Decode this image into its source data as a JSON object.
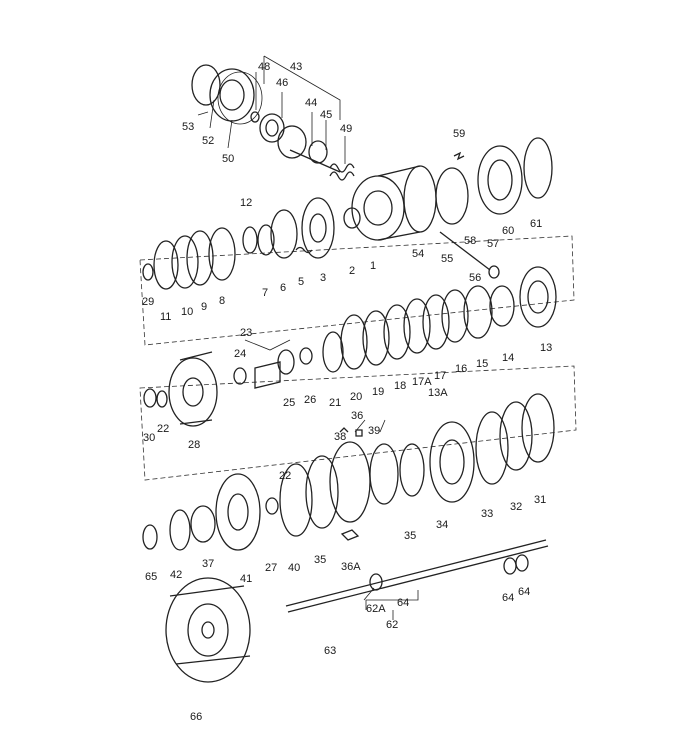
{
  "callouts": [
    {
      "id": "c1",
      "text": "1"
    },
    {
      "id": "c2",
      "text": "2"
    },
    {
      "id": "c3",
      "text": "3"
    },
    {
      "id": "c5",
      "text": "5"
    },
    {
      "id": "c6",
      "text": "6"
    },
    {
      "id": "c7",
      "text": "7"
    },
    {
      "id": "c8",
      "text": "8"
    },
    {
      "id": "c9",
      "text": "9"
    },
    {
      "id": "c10",
      "text": "10"
    },
    {
      "id": "c11",
      "text": "11"
    },
    {
      "id": "c12",
      "text": "12"
    },
    {
      "id": "c13",
      "text": "13"
    },
    {
      "id": "c13a",
      "text": "13A"
    },
    {
      "id": "c14",
      "text": "14"
    },
    {
      "id": "c15",
      "text": "15"
    },
    {
      "id": "c16",
      "text": "16"
    },
    {
      "id": "c17",
      "text": "17"
    },
    {
      "id": "c17a",
      "text": "17A"
    },
    {
      "id": "c18",
      "text": "18"
    },
    {
      "id": "c19",
      "text": "19"
    },
    {
      "id": "c20",
      "text": "20"
    },
    {
      "id": "c21",
      "text": "21"
    },
    {
      "id": "c22a",
      "text": "22"
    },
    {
      "id": "c22b",
      "text": "22"
    },
    {
      "id": "c23",
      "text": "23"
    },
    {
      "id": "c24",
      "text": "24"
    },
    {
      "id": "c25",
      "text": "25"
    },
    {
      "id": "c26",
      "text": "26"
    },
    {
      "id": "c27",
      "text": "27"
    },
    {
      "id": "c28",
      "text": "28"
    },
    {
      "id": "c29",
      "text": "29"
    },
    {
      "id": "c30",
      "text": "30"
    },
    {
      "id": "c31",
      "text": "31"
    },
    {
      "id": "c32",
      "text": "32"
    },
    {
      "id": "c33",
      "text": "33"
    },
    {
      "id": "c34",
      "text": "34"
    },
    {
      "id": "c35a",
      "text": "35"
    },
    {
      "id": "c35b",
      "text": "35"
    },
    {
      "id": "c36",
      "text": "36"
    },
    {
      "id": "c36a",
      "text": "36A"
    },
    {
      "id": "c37",
      "text": "37"
    },
    {
      "id": "c38",
      "text": "38"
    },
    {
      "id": "c39",
      "text": "39"
    },
    {
      "id": "c40",
      "text": "40"
    },
    {
      "id": "c41",
      "text": "41"
    },
    {
      "id": "c42",
      "text": "42"
    },
    {
      "id": "c43",
      "text": "43"
    },
    {
      "id": "c44",
      "text": "44"
    },
    {
      "id": "c45",
      "text": "45"
    },
    {
      "id": "c46",
      "text": "46"
    },
    {
      "id": "c48",
      "text": "48"
    },
    {
      "id": "c49",
      "text": "49"
    },
    {
      "id": "c50",
      "text": "50"
    },
    {
      "id": "c52",
      "text": "52"
    },
    {
      "id": "c53",
      "text": "53"
    },
    {
      "id": "c54",
      "text": "54"
    },
    {
      "id": "c55",
      "text": "55"
    },
    {
      "id": "c56",
      "text": "56"
    },
    {
      "id": "c57",
      "text": "57"
    },
    {
      "id": "c58",
      "text": "58"
    },
    {
      "id": "c59",
      "text": "59"
    },
    {
      "id": "c60",
      "text": "60"
    },
    {
      "id": "c61",
      "text": "61"
    },
    {
      "id": "c62",
      "text": "62"
    },
    {
      "id": "c62a",
      "text": "62A"
    },
    {
      "id": "c63",
      "text": "63"
    },
    {
      "id": "c64a",
      "text": "64"
    },
    {
      "id": "c64b",
      "text": "64"
    },
    {
      "id": "c64c",
      "text": "64"
    },
    {
      "id": "c65",
      "text": "65"
    },
    {
      "id": "c66",
      "text": "66"
    }
  ],
  "colors": {
    "ink": "#222222",
    "paper": "#ffffff"
  }
}
